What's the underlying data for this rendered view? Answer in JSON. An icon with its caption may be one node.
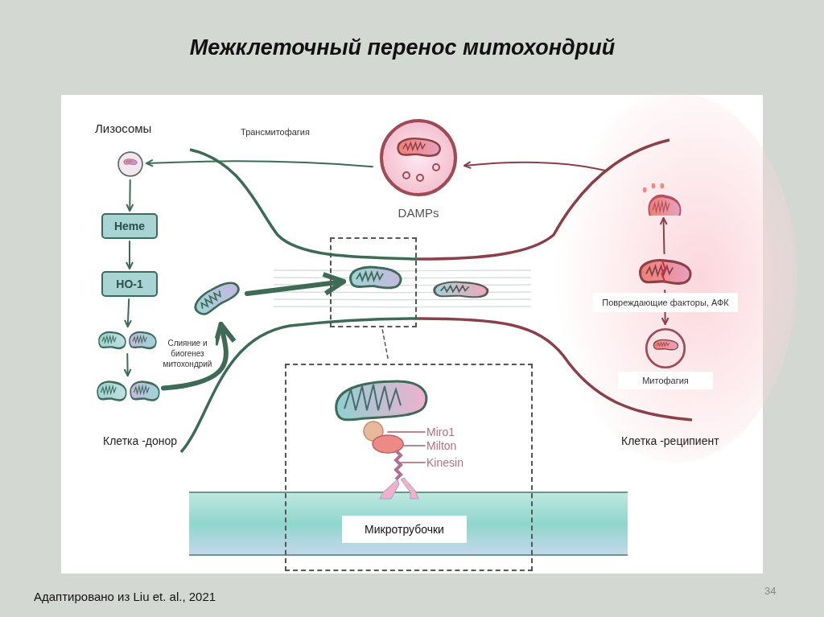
{
  "diagram": {
    "title": "Межклеточный перенос митохондрий",
    "caption": "Адаптировано из Liu et. al., 2021",
    "nodes": [
      {
        "text": [],
        "shape": "picture"
      },
      {
        "text": [
          "Heme"
        ]
      },
      {
        "text": [
          "HO-1"
        ]
      },
      {
        "text": [],
        "shape": "picture"
      },
      {
        "text": [],
        "shape": "picture"
      },
      {
        "text": [
          "DAMPs"
        ]
      },
      {
        "text": [],
        "shape": "picture"
      },
      {
        "text": [],
        "shape": "box"
      },
      {
        "text": [],
        "shape": "picture",
        "in": 7
      },
      {
        "text": [],
        "shape": "picture"
      },
      {
        "text": [],
        "shape": "picture"
      },
      {
        "text": [],
        "shape": "picture"
      },
      {
        "text": [],
        "shape": "picture",
        "beside": [
          "Митофагия"
        ]
      },
      {
        "text": [],
        "shape": "box"
      },
      {
        "text": [],
        "shape": "picture",
        "in": 13
      },
      {
        "text": [
          "Miro1"
        ],
        "in": 13
      },
      {
        "text": [
          "Milton"
        ],
        "in": 13
      },
      {
        "text": [
          "Kinesin"
        ],
        "in": 13
      },
      {
        "text": [
          "Микротрубочки"
        ],
        "in": 13
      }
    ],
    "edges": [
      {
        "from": 5,
        "to": 0,
        "arrow": "to",
        "label": "Трансмитофагия"
      },
      {
        "from": null,
        "to": 5,
        "arrow": "to",
        "color": "#8a4048"
      },
      {
        "from": 0,
        "to": 1,
        "arrow": "to"
      },
      {
        "from": 1,
        "to": 2,
        "arrow": "to"
      },
      {
        "from": 2,
        "to": 3,
        "arrow": "to"
      },
      {
        "from": 3,
        "to": 4,
        "arrow": "to"
      },
      {
        "from": 4,
        "to": 6,
        "arrow": "to",
        "label": "Слияние и биогенез митохондрий",
        "style": "thick"
      },
      {
        "from": 6,
        "to": 8,
        "arrow": "to",
        "style": "thick"
      },
      {
        "from": 11,
        "to": 10,
        "arrow": "to",
        "color": "#8a4048"
      },
      {
        "from": 11,
        "to": 12,
        "arrow": "to",
        "label": "Повреждающие факторы, АФК",
        "color": "#8a4048"
      },
      {
        "from": 7,
        "to": 13,
        "arrow": "none",
        "style": "dashed",
        "color": "#555555"
      },
      {
        "from": 15,
        "to": 14,
        "arrow": "none",
        "color": "#a0606a"
      },
      {
        "from": 16,
        "to": 14,
        "arrow": "none",
        "color": "#a0606a"
      },
      {
        "from": 17,
        "to": 14,
        "arrow": "none",
        "color": "#a0606a"
      }
    ],
    "labels": [
      "Лизосомы",
      "Клетка -донор",
      "Клетка -реципиент",
      "34"
    ]
  }
}
